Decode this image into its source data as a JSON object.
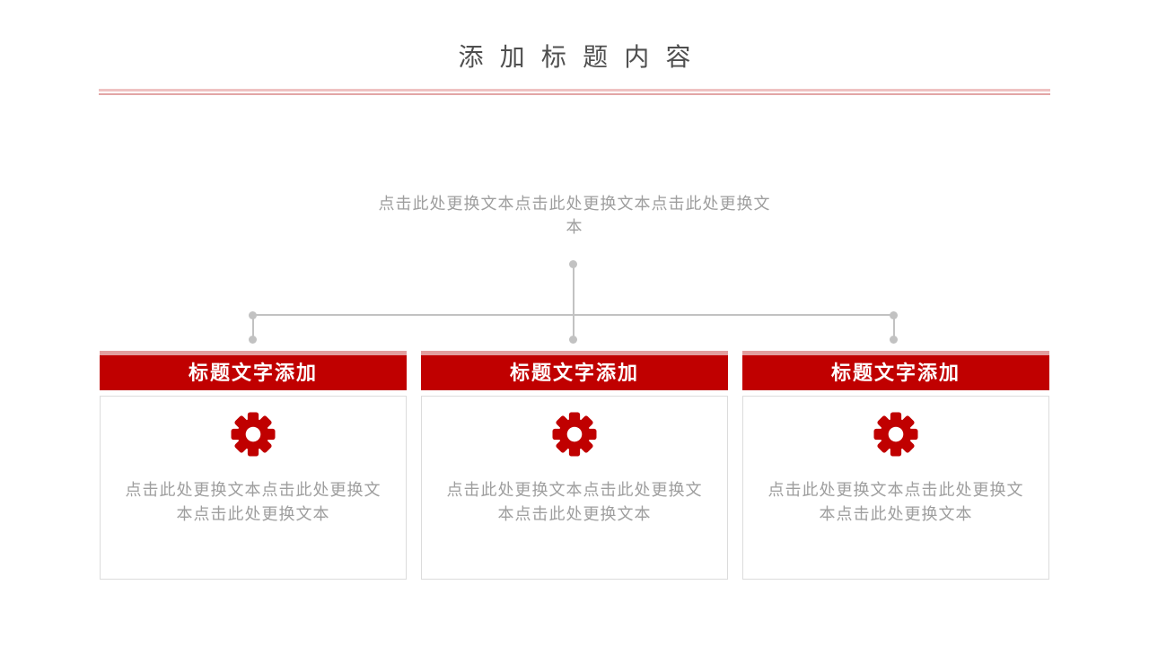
{
  "slide": {
    "title": "添加标题内容",
    "intro": "点击此处更换文本点击此处更换文本点击此处更换文本",
    "cards": [
      {
        "header": "标题文字添加",
        "icon": "gear-icon",
        "body": "点击此处更换文本点击此处更换文本点击此处更换文本"
      },
      {
        "header": "标题文字添加",
        "icon": "gear-icon",
        "body": "点击此处更换文本点击此处更换文本点击此处更换文本"
      },
      {
        "header": "标题文字添加",
        "icon": "gear-icon",
        "body": "点击此处更换文本点击此处更换文本点击此处更换文本"
      }
    ],
    "colors": {
      "accent_red": "#c00000",
      "header_top_strip": "#e29e9e",
      "divider_pink_thick": "#efc2c2",
      "divider_pink_thin": "#e2a5a5",
      "connector_gray": "#c2c2c2",
      "card_border": "#dcdcdc",
      "placeholder_text_gray": "#9e9e9e",
      "title_gray": "#4f4f4f"
    }
  }
}
